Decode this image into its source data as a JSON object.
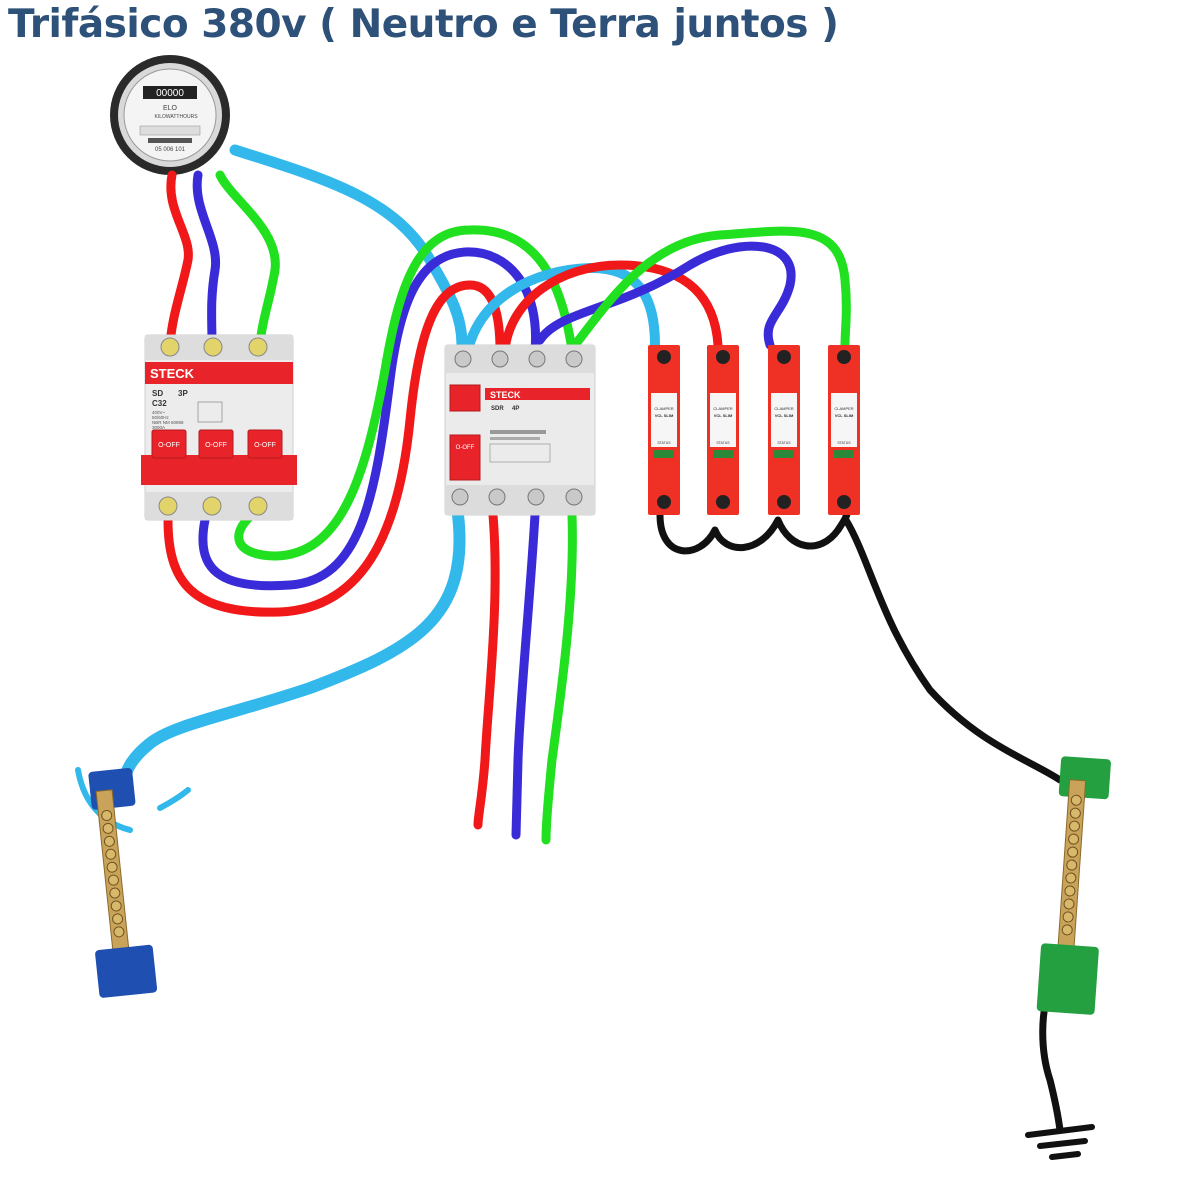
{
  "title": "Trifásico 380v ( Neutro e Terra juntos )",
  "meter": {
    "counter": "00000",
    "brand": "ELO",
    "unit_text": "KILOWATTHOURS",
    "serial": "05 006 101"
  },
  "breaker": {
    "brand": "STECK",
    "model": "SD",
    "rating": "C32",
    "poles": "3P",
    "off_label": "O-OFF",
    "spec_lines": [
      "400V~",
      "50/60Hz",
      "NBR NM 60898",
      "3000A"
    ]
  },
  "dr": {
    "brand": "STECK",
    "model": "SDR",
    "poles": "4P",
    "off_label": "O-OFF"
  },
  "dps": {
    "brand": "CLAMPER",
    "model": "VCL SLIM",
    "status_label": "STATUS",
    "count": 4
  },
  "colors": {
    "title": "#2d5179",
    "phase_red": "#f01818",
    "phase_blue": "#3a2bd8",
    "phase_green": "#20e020",
    "neutral": "#33b8ec",
    "ground": "#111111",
    "neutral_bar": "#1f4fb0",
    "ground_bar": "#24a040",
    "breaker_red": "#e8242a",
    "dps_red": "#ee3124"
  },
  "icons": {
    "energy_meter": "energy-meter-icon",
    "ground_symbol": "ground-symbol-icon"
  }
}
